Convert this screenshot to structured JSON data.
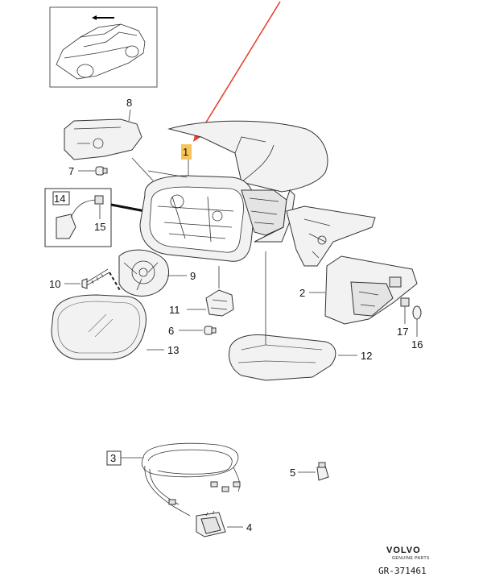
{
  "callouts": {
    "c1": "1",
    "c2": "2",
    "c3": "3",
    "c4": "4",
    "c5": "5",
    "c6": "6",
    "c7": "7",
    "c8": "8",
    "c9": "9",
    "c10": "10",
    "c11": "11",
    "c12": "12",
    "c13": "13",
    "c14": "14",
    "c15": "15",
    "c16": "16",
    "c17": "17"
  },
  "brand": {
    "name": "VOLVO",
    "tagline": "GENUINE PARTS"
  },
  "figure_code": "GR-371461",
  "colors": {
    "highlight": "#f7c35a",
    "arrow": "#e5432d",
    "line": "#333333"
  }
}
